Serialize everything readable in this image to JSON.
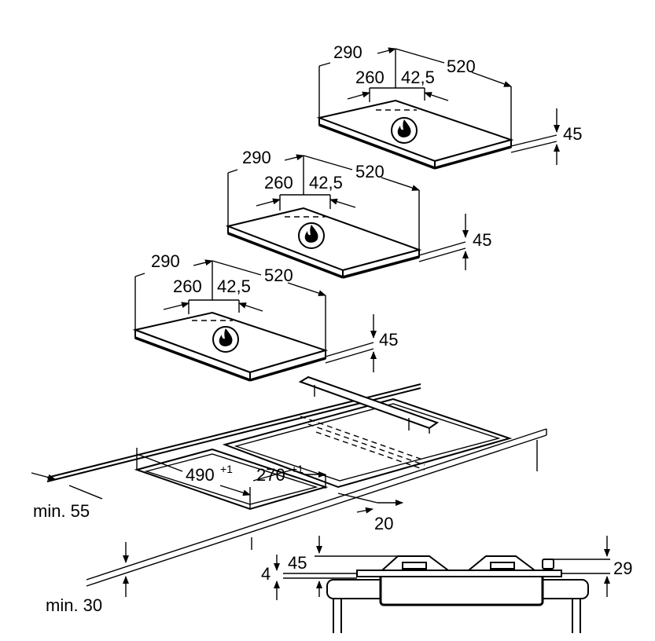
{
  "hobs": [
    {
      "width_total": "290",
      "width_inner": "260",
      "offset": "42,5",
      "depth": "520",
      "height": "45",
      "icon": "flame-icon"
    },
    {
      "width_total": "290",
      "width_inner": "260",
      "offset": "42,5",
      "depth": "520",
      "height": "45",
      "icon": "flame-icon"
    },
    {
      "width_total": "290",
      "width_inner": "260",
      "offset": "42,5",
      "depth": "520",
      "height": "45",
      "icon": "flame-icon"
    }
  ],
  "cutout": {
    "width": "490",
    "width_tol": "+1",
    "depth": "270",
    "depth_tol": "+1",
    "edge_gap": "20",
    "min_front": "min. 55"
  },
  "side_section": {
    "min_thickness": "min. 30",
    "seal": "4",
    "height_top": "45",
    "height_knob": "29"
  }
}
